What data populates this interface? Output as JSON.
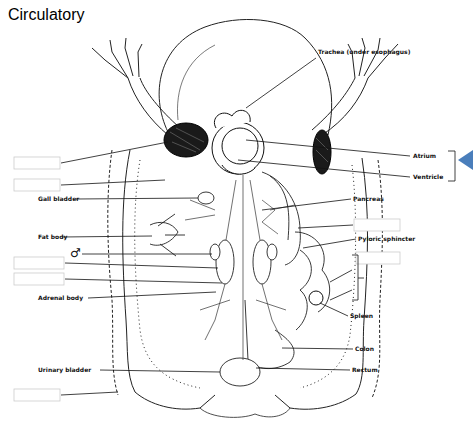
{
  "diagram": {
    "title": "Circulatory",
    "labels": [
      "Trachea (under esophagus)",
      "Atrium",
      "Ventricle",
      "Gall bladder",
      "Pancreas",
      "Fat body",
      "♂",
      "Pyloric sphincter",
      "Adrenal body",
      "Spleen",
      "Colon",
      "Urinary bladder",
      "Rectum"
    ]
  }
}
